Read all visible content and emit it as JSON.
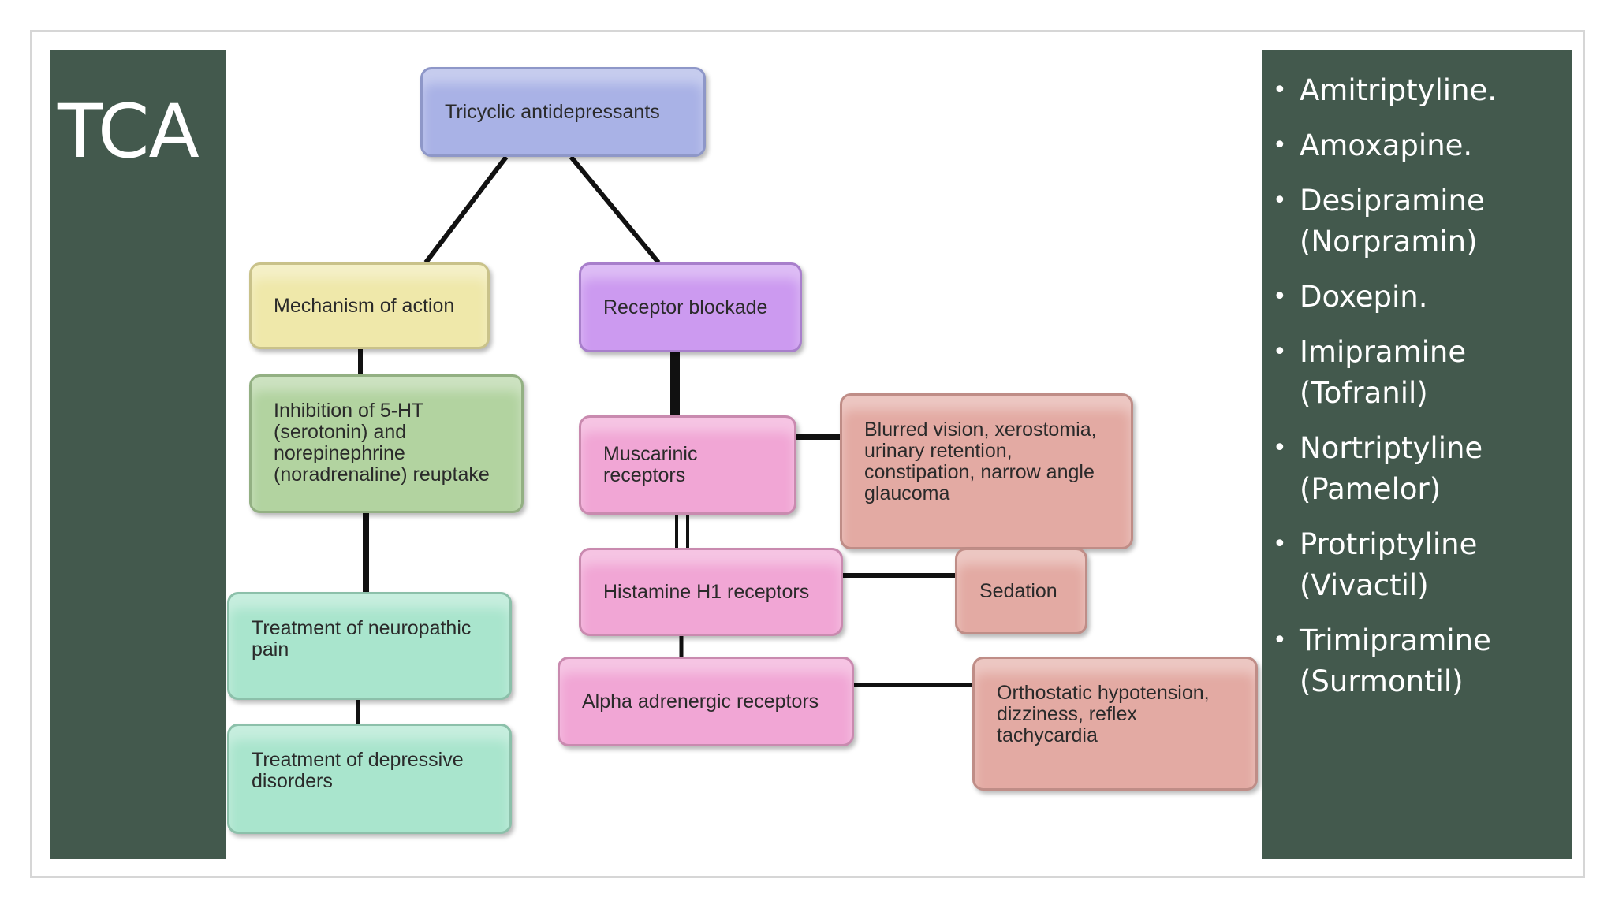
{
  "slide": {
    "title": "TCA"
  },
  "diagram": {
    "nodes": {
      "root": "Tricyclic antidepressants",
      "mechanism": "Mechanism of action",
      "receptor_blockade": "Receptor blockade",
      "inhibition": "Inhibition of 5-HT\n(serotonin) and\nnorepinephrine\n(noradrenaline) reuptake",
      "muscarinic": "Muscarinic\nreceptors",
      "muscarinic_effects": "Blurred vision, xerostomia,\nurinary retention,\nconstipation, narrow angle\nglaucoma",
      "histamine": "Histamine H1 receptors",
      "sedation": "Sedation",
      "neuropathic": "Treatment of neuropathic\npain",
      "alpha": "Alpha adrenergic receptors",
      "alpha_effects": "Orthostatic hypotension,\ndizziness, reflex\ntachycardia",
      "depressive": "Treatment of depressive\ndisorders"
    }
  },
  "drugs": [
    {
      "name": "Amitriptyline.",
      "brand": ""
    },
    {
      "name": "Amoxapine.",
      "brand": ""
    },
    {
      "name": "Desipramine",
      "brand": "(Norpramin)"
    },
    {
      "name": "Doxepin.",
      "brand": ""
    },
    {
      "name": "Imipramine",
      "brand": "(Tofranil)"
    },
    {
      "name": "Nortriptyline",
      "brand": "(Pamelor)"
    },
    {
      "name": "Protriptyline",
      "brand": "(Vivactil)"
    },
    {
      "name": "Trimipramine",
      "brand": "(Surmontil)"
    }
  ],
  "colors": {
    "panel": "#43594d",
    "root": "#a9b2e6",
    "mechanism": "#efe8aa",
    "receptor_blockade": "#cc9af0",
    "inhibition": "#b2d3a0",
    "receptors": "#f1a6d5",
    "effects": "#e3aaa3",
    "treatment": "#a9e5cd"
  },
  "bullet_symbol": "•"
}
